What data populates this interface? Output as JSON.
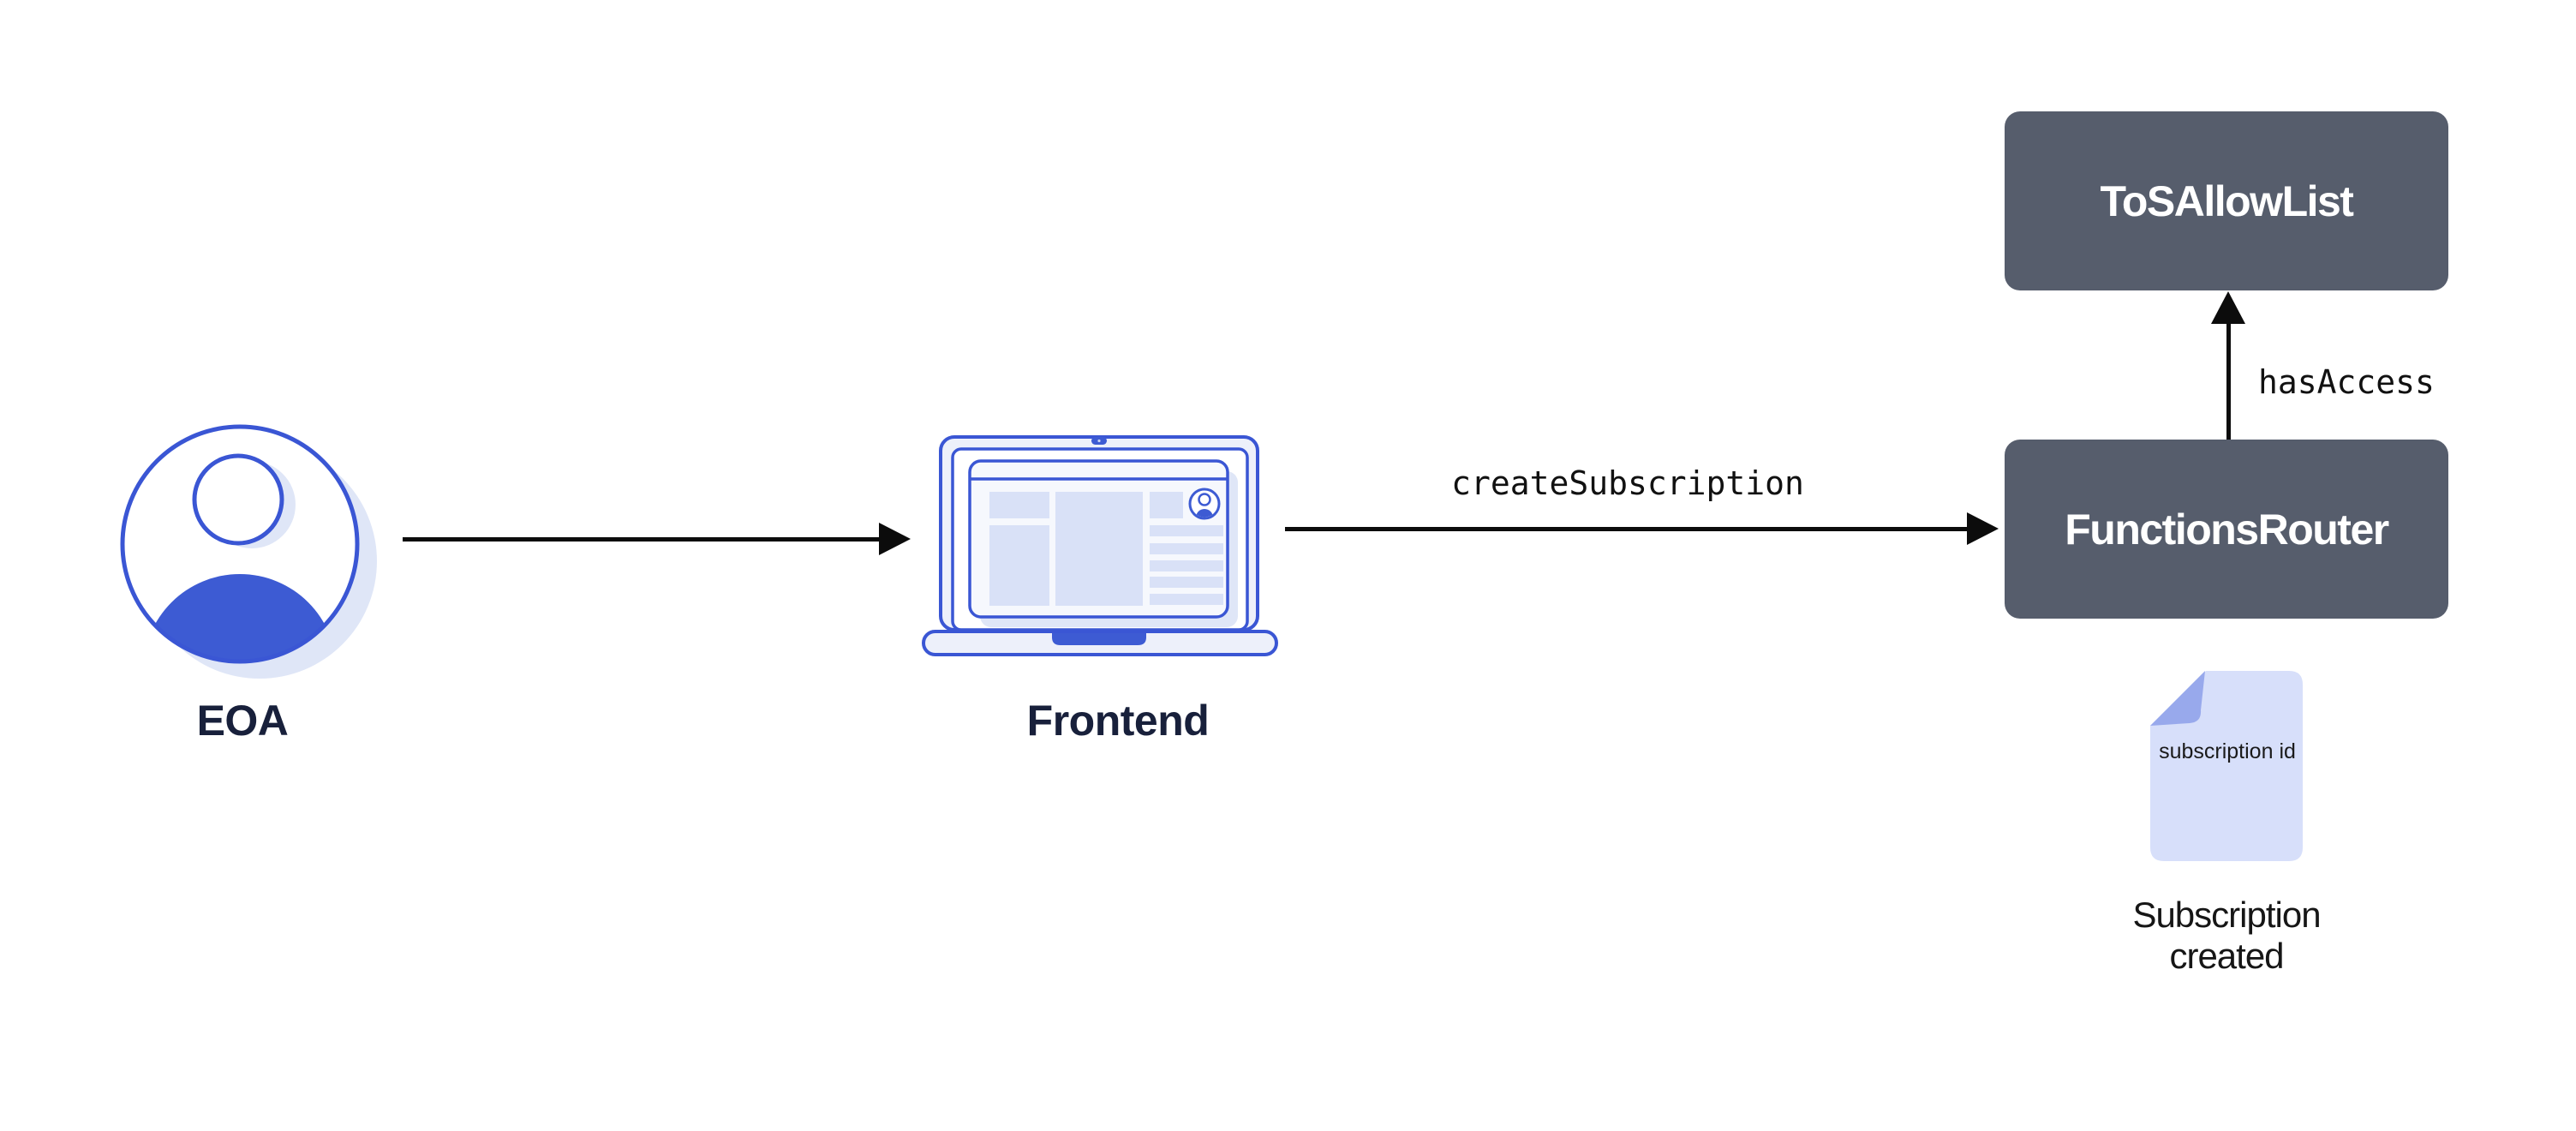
{
  "diagram": {
    "nodes": {
      "eoa": {
        "label": "EOA"
      },
      "frontend": {
        "label": "Frontend"
      },
      "tos_allow_list": {
        "label": "ToSAllowList"
      },
      "functions_router": {
        "label": "FunctionsRouter"
      },
      "subscription_doc": {
        "doc_text": "subscription id",
        "caption": "Subscription created"
      }
    },
    "edges": {
      "eoa_to_frontend": {
        "label": ""
      },
      "frontend_to_functions_router": {
        "label": "createSubscription"
      },
      "functions_router_to_tos_allow_list": {
        "label": "hasAccess"
      }
    },
    "colors": {
      "accent_blue_stroke": "#3a56d4",
      "accent_blue_fill": "#3d5bd3",
      "light_blue_fill": "#edf0fa",
      "panel_blue": "#d9e1f7",
      "shadow_blue": "#dfe6f7",
      "doc_fill": "#d7dffa",
      "doc_fold": "#98a9ec",
      "box_slate": "#565d6c",
      "navy_text": "#18203b",
      "arrow_black": "#0c0c0c"
    }
  }
}
